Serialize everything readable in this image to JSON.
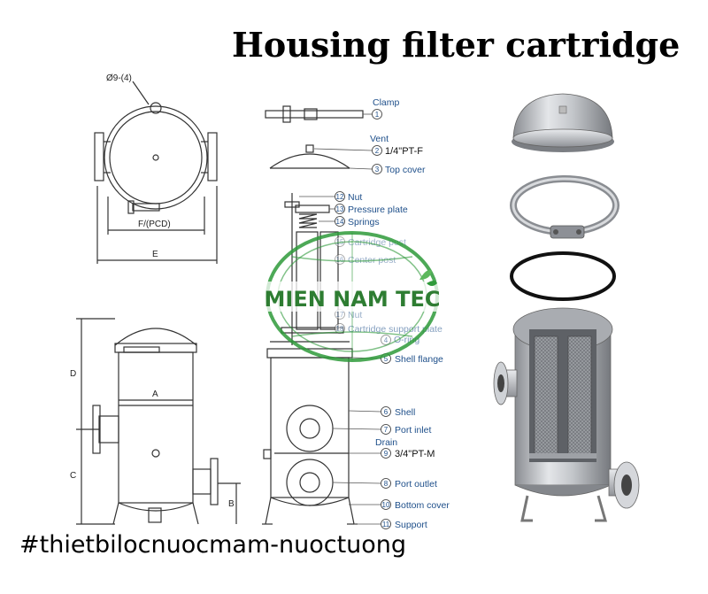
{
  "title": "Housing filter cartridge",
  "hashtag": "#thietbilocnuocmam-nuoctuong",
  "watermark": {
    "text": "MIEN NAM TEC",
    "color_green": "#2e9a3a",
    "color_blue": "#1f4ea1"
  },
  "dimensions": {
    "hole": "Ø9-(4)",
    "pcd": "F/(PCD)",
    "e": "E",
    "a": "A",
    "b": "B",
    "c": "C",
    "d": "D"
  },
  "parts": [
    {
      "num": "1",
      "label": "Clamp"
    },
    {
      "num": "2",
      "label": "Vent",
      "spec": "1/4\"PT-F"
    },
    {
      "num": "3",
      "label": "Top cover"
    },
    {
      "num": "12",
      "label": "Nut"
    },
    {
      "num": "13",
      "label": "Pressure plate"
    },
    {
      "num": "14",
      "label": "Springs"
    },
    {
      "num": "15",
      "label": "Cartridge post"
    },
    {
      "num": "16",
      "label": "Center post"
    },
    {
      "num": "17",
      "label": "Nut"
    },
    {
      "num": "18",
      "label": "Cartridge support plate"
    },
    {
      "num": "4",
      "label": "O-ring"
    },
    {
      "num": "5",
      "label": "Shell flange"
    },
    {
      "num": "6",
      "label": "Shell"
    },
    {
      "num": "7",
      "label": "Port inlet"
    },
    {
      "num": "9",
      "label": "Drain",
      "spec": "3/4\"PT-M"
    },
    {
      "num": "8",
      "label": "Port outlet"
    },
    {
      "num": "10",
      "label": "Bottom cover"
    },
    {
      "num": "11",
      "label": "Support"
    }
  ]
}
